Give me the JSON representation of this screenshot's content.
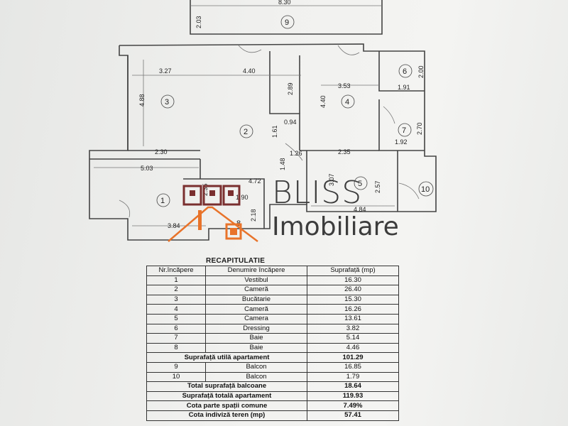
{
  "plan": {
    "dimensions": {
      "top_width": "8.30",
      "top_left_height": "2.03",
      "r3_width": "3.27",
      "r2_width": "4.40",
      "r2_height": "2.89",
      "r4_width": "3.53",
      "r4_height": "4.40",
      "r6_height": "2.00",
      "r6_width": "1.91",
      "r3_height": "4.88",
      "small_094": "0.94",
      "small_161": "1.61",
      "r7_height": "2.70",
      "r7_width": "1.92",
      "r3_bottom": "2.30",
      "h_126": "1.26",
      "h_235": "2.35",
      "v_148": "1.48",
      "v_307": "3.07",
      "v_257": "2.57",
      "w_503": "5.03",
      "w_472": "4.72",
      "w_484": "4.84",
      "w_384": "3.84",
      "v_235": "2.35",
      "w_190": "1.90",
      "v_218": "2.18"
    },
    "rooms": [
      "1",
      "2",
      "3",
      "4",
      "5",
      "6",
      "7",
      "8",
      "9",
      "10"
    ]
  },
  "logo": {
    "line1": "BLISS",
    "line2": "Imobiliare"
  },
  "recap": {
    "title": "RECAPITULATIE",
    "headers": [
      "Nr.încăpere",
      "Denumire încăpere",
      "Suprafață (mp)"
    ],
    "rooms": [
      {
        "nr": "1",
        "name": "Vestibul",
        "area": "16.30"
      },
      {
        "nr": "2",
        "name": "Cameră",
        "area": "26.40"
      },
      {
        "nr": "3",
        "name": "Bucătarie",
        "area": "15.30"
      },
      {
        "nr": "4",
        "name": "Cameră",
        "area": "16.26"
      },
      {
        "nr": "5",
        "name": "Camera",
        "area": "13.61"
      },
      {
        "nr": "6",
        "name": "Dressing",
        "area": "3.82"
      },
      {
        "nr": "7",
        "name": "Baie",
        "area": "5.14"
      },
      {
        "nr": "8",
        "name": "Baie",
        "area": "4.46"
      }
    ],
    "useful_label": "Suprafață utilă apartament",
    "useful_value": "101.29",
    "balconies": [
      {
        "nr": "9",
        "name": "Balcon",
        "area": "16.85"
      },
      {
        "nr": "10",
        "name": "Balcon",
        "area": "1.79"
      }
    ],
    "totals": [
      {
        "label": "Total suprafață balcoane",
        "value": "18.64"
      },
      {
        "label": "Suprafață totală apartament",
        "value": "119.93"
      },
      {
        "label": "Cota parte spații comune",
        "value": "7.49%"
      },
      {
        "label": "Cota indiviză teren (mp)",
        "value": "57.41"
      }
    ]
  }
}
